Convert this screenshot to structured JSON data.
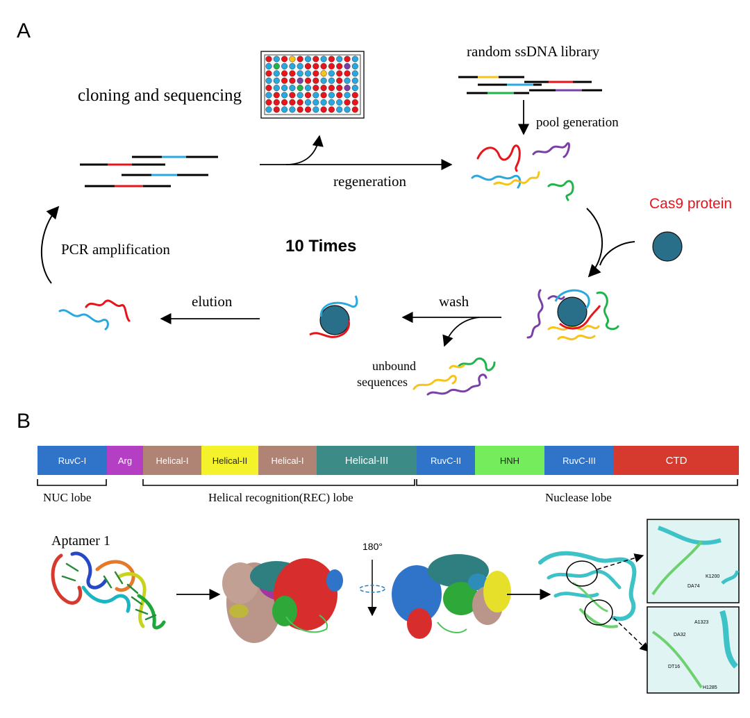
{
  "panel_a": {
    "label": "A",
    "library_label": "random ssDNA library",
    "pool_generation_label": "pool generation",
    "cloning_label": "cloning and sequencing",
    "regeneration_label": "regeneration",
    "cas9_label": "Cas9 protein",
    "cycles_label": "10 Times",
    "pcr_label": "PCR amplification",
    "elution_label": "elution",
    "wash_label": "wash",
    "unbound_label_line1": "unbound",
    "unbound_label_line2": "sequences"
  },
  "panel_b": {
    "label": "B",
    "domains": [
      {
        "name": "RuvC-I",
        "color": "#2f74c9"
      },
      {
        "name": "Arg",
        "color": "#b53fc4"
      },
      {
        "name": "Helical-I",
        "color": "#b08474"
      },
      {
        "name": "Helical-II",
        "color": "#f4f22a"
      },
      {
        "name": "Helical-I",
        "color": "#b08474"
      },
      {
        "name": "Helical-III",
        "color": "#3c8b86"
      },
      {
        "name": "RuvC-II",
        "color": "#2f74c9"
      },
      {
        "name": "HNH",
        "color": "#74ec5c"
      },
      {
        "name": "RuvC-III",
        "color": "#2f74c9"
      },
      {
        "name": "CTD",
        "color": "#d63a2e"
      }
    ],
    "lobes": [
      {
        "name": "NUC lobe"
      },
      {
        "name": "Helical recognition(REC) lobe"
      },
      {
        "name": "Nuclease lobe"
      }
    ],
    "aptamer_label": "Aptamer 1",
    "rotation_label": "180°",
    "residue_labels_top": [
      "K1200",
      "DA74"
    ],
    "residue_labels_bottom": [
      "A1323",
      "DA32",
      "DT16",
      "H1285"
    ]
  },
  "colors": {
    "cas9_protein": "#2a6f8a",
    "cas9_text": "#e8141c",
    "strand_red": "#e8141c",
    "strand_blue": "#29a8e0",
    "strand_yellow": "#f7c21a",
    "strand_green": "#1fb34b",
    "strand_purple": "#7b3fa8"
  }
}
